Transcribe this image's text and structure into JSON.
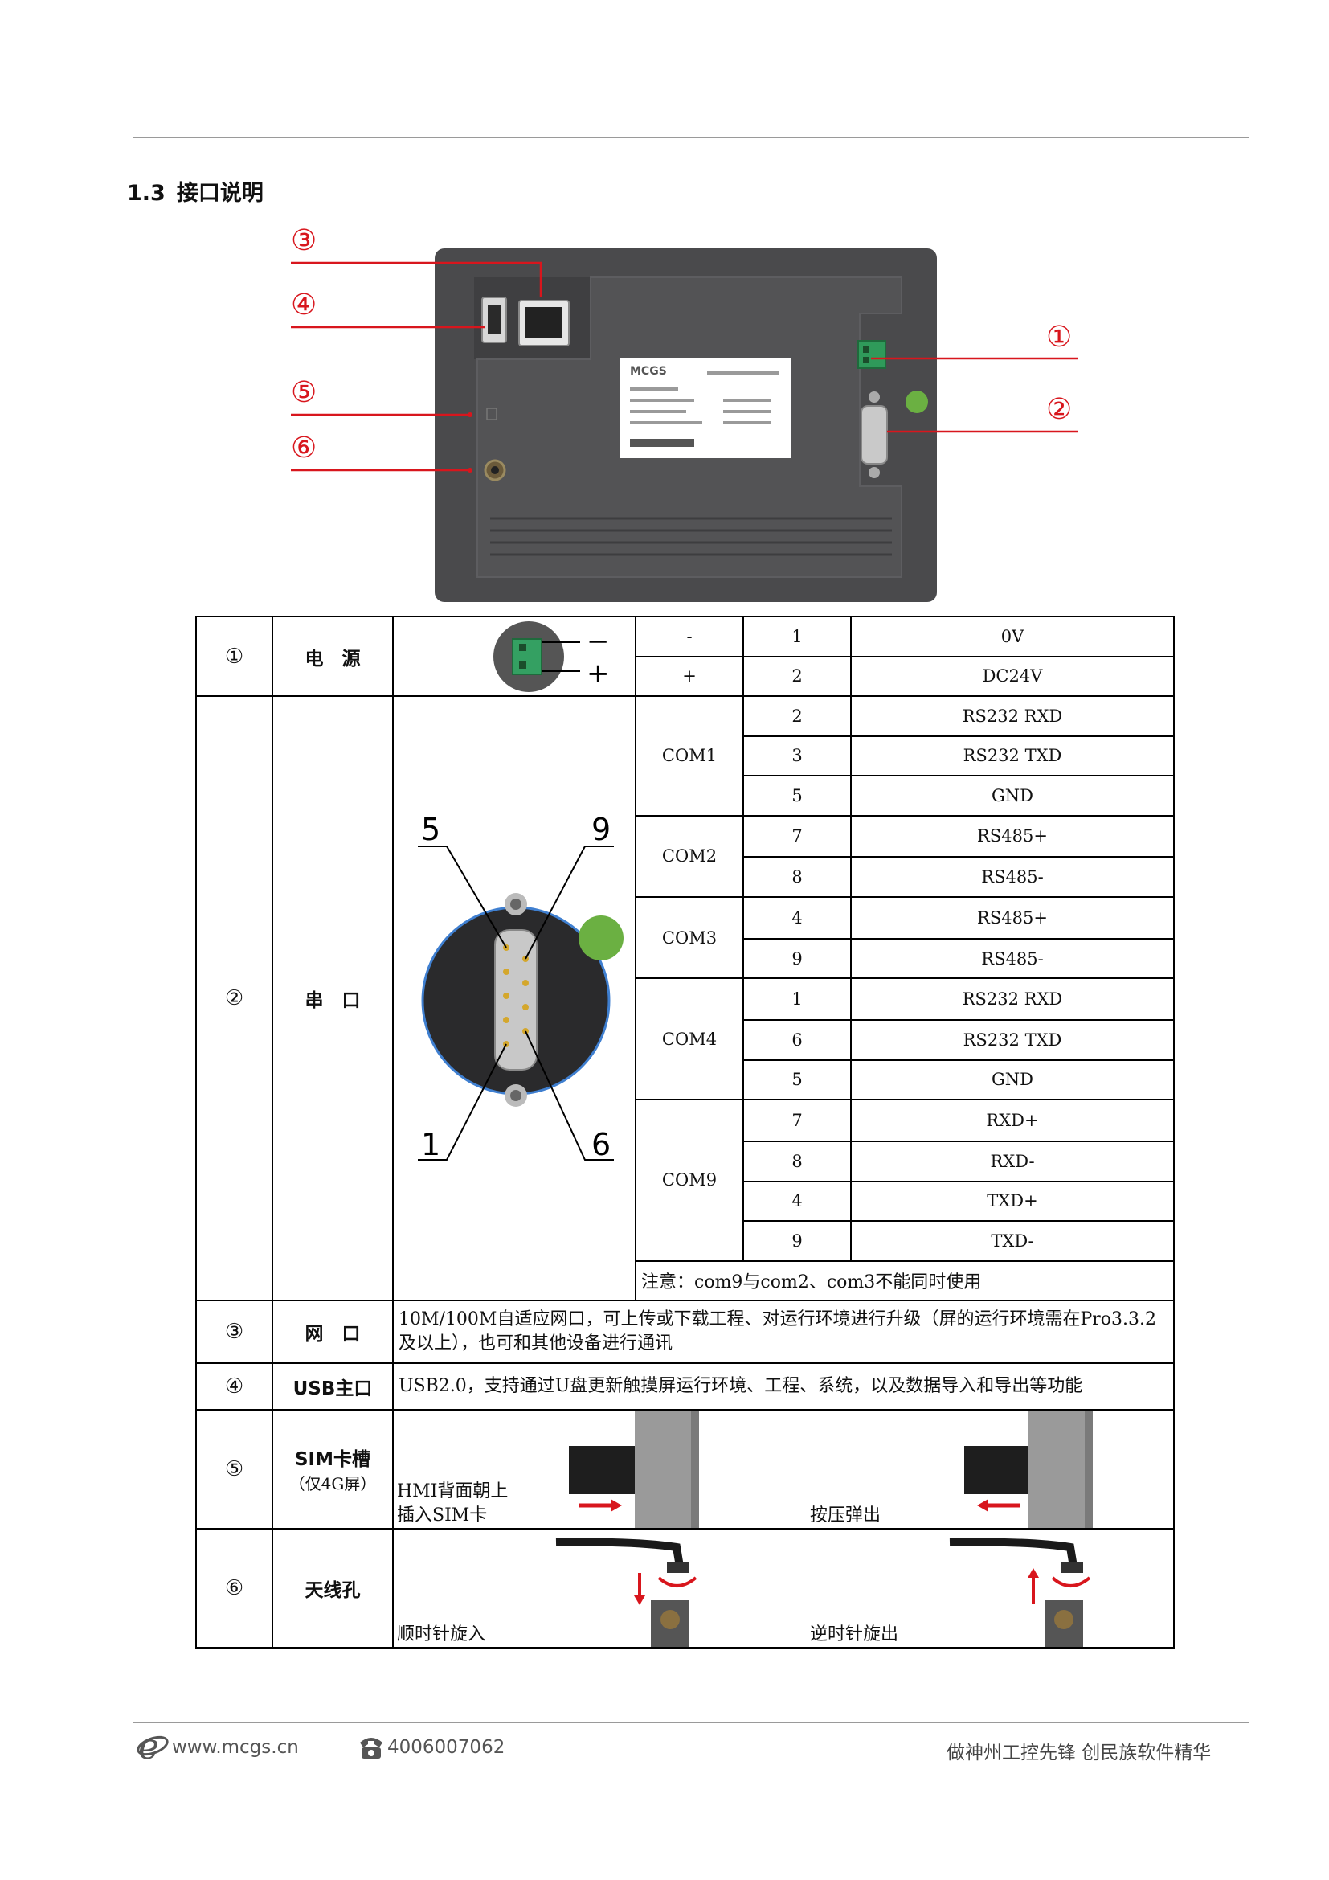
{
  "section": {
    "number": "1.3",
    "title": "接口说明"
  },
  "callouts": [
    "③",
    "④",
    "⑤",
    "⑥",
    "①",
    "②"
  ],
  "label_plate": {
    "brand": "MCGS"
  },
  "power_plug": {
    "minus": "−",
    "plus": "+"
  },
  "db9_pins": {
    "p5": "5",
    "p9": "9",
    "p1": "1",
    "p6": "6"
  },
  "table": {
    "power": {
      "num": "①",
      "label": "电　源",
      "rows": [
        {
          "sign": "-",
          "pin": "1",
          "signal": "0V"
        },
        {
          "sign": "+",
          "pin": "2",
          "signal": "DC24V"
        }
      ]
    },
    "serial": {
      "num": "②",
      "label": "串　口",
      "groups": [
        {
          "com": "COM1",
          "rows": [
            {
              "pin": "2",
              "signal": "RS232  RXD"
            },
            {
              "pin": "3",
              "signal": "RS232  TXD"
            },
            {
              "pin": "5",
              "signal": "GND"
            }
          ]
        },
        {
          "com": "COM2",
          "rows": [
            {
              "pin": "7",
              "signal": "RS485+"
            },
            {
              "pin": "8",
              "signal": "RS485-"
            }
          ]
        },
        {
          "com": "COM3",
          "rows": [
            {
              "pin": "4",
              "signal": "RS485+"
            },
            {
              "pin": "9",
              "signal": "RS485-"
            }
          ]
        },
        {
          "com": "COM4",
          "rows": [
            {
              "pin": "1",
              "signal": "RS232  RXD"
            },
            {
              "pin": "6",
              "signal": "RS232  TXD"
            },
            {
              "pin": "5",
              "signal": "GND"
            }
          ]
        },
        {
          "com": "COM9",
          "rows": [
            {
              "pin": "7",
              "signal": "RXD+"
            },
            {
              "pin": "8",
              "signal": "RXD-"
            },
            {
              "pin": "4",
              "signal": "TXD+"
            },
            {
              "pin": "9",
              "signal": "TXD-"
            }
          ]
        }
      ],
      "note": "注意：com9与com2、com3不能同时使用"
    },
    "ethernet": {
      "num": "③",
      "label": "网　口",
      "desc": "10M/100M自适应网口，可上传或下载工程、对运行环境进行升级（屏的运行环境需在Pro3.3.2及以上），也可和其他设备进行通讯"
    },
    "usb": {
      "num": "④",
      "label": "USB主口",
      "desc": "USB2.0，支持通过U盘更新触摸屏运行环境、工程、系统，以及数据导入和导出等功能"
    },
    "sim": {
      "num": "⑤",
      "label": "SIM卡槽",
      "sublabel": "（仅4G屏）",
      "insert_line1": "HMI背面朝上",
      "insert_line2": "插入SIM卡",
      "eject": "按压弹出"
    },
    "antenna": {
      "num": "⑥",
      "label": "天线孔",
      "cw": "顺时针旋入",
      "ccw": "逆时针旋出"
    }
  },
  "footer": {
    "site": "www.mcgs.cn",
    "phone": "4006007062",
    "slogan": "做神州工控先锋  创民族软件精华"
  },
  "colors": {
    "accent": "#d8161d",
    "device": "#4a4a4c",
    "rule": "#9a9a9a"
  }
}
